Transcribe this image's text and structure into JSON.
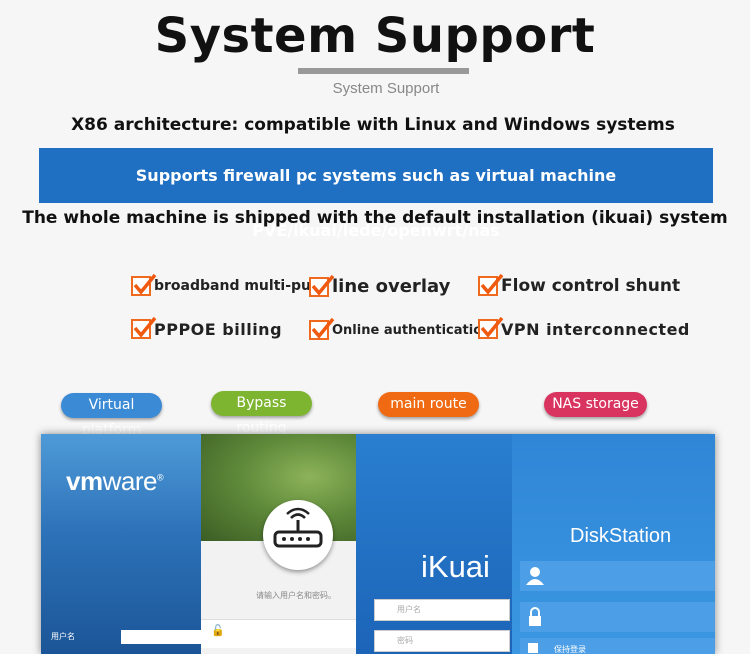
{
  "header": {
    "title": "System Support",
    "subtitle": "System Support",
    "line1": "X86 architecture: compatible with Linux and Windows systems",
    "band": "Supports firewall pc systems such as virtual machine PVE/ikuai/lede/openwrt/nas",
    "line3": "The whole machine is shipped with the default installation (ikuai) system"
  },
  "features": [
    "broadband multi-pull",
    "line overlay",
    "Flow control shunt",
    "PPPOE billing",
    "Online authentication",
    "VPN interconnected"
  ],
  "pills": [
    {
      "label": "Virtual platform",
      "color": "#3a8ad5"
    },
    {
      "label": "Bypass routing",
      "color": "#7db531"
    },
    {
      "label": "main route",
      "color": "#ef6a12"
    },
    {
      "label": "NAS storage",
      "color": "#d9345f"
    }
  ],
  "screens": {
    "vmware": {
      "logo_a": "vm",
      "logo_b": "ware",
      "logo_mark": "®",
      "user_label": "用户名"
    },
    "bypass": {
      "hint": "请输入用户名和密码。",
      "lock": "🔓"
    },
    "ikuai": {
      "logo": "iKuai",
      "user": "用户名",
      "pass": "密码"
    },
    "nas": {
      "title": "DiskStation",
      "remember": "保持登录"
    }
  }
}
